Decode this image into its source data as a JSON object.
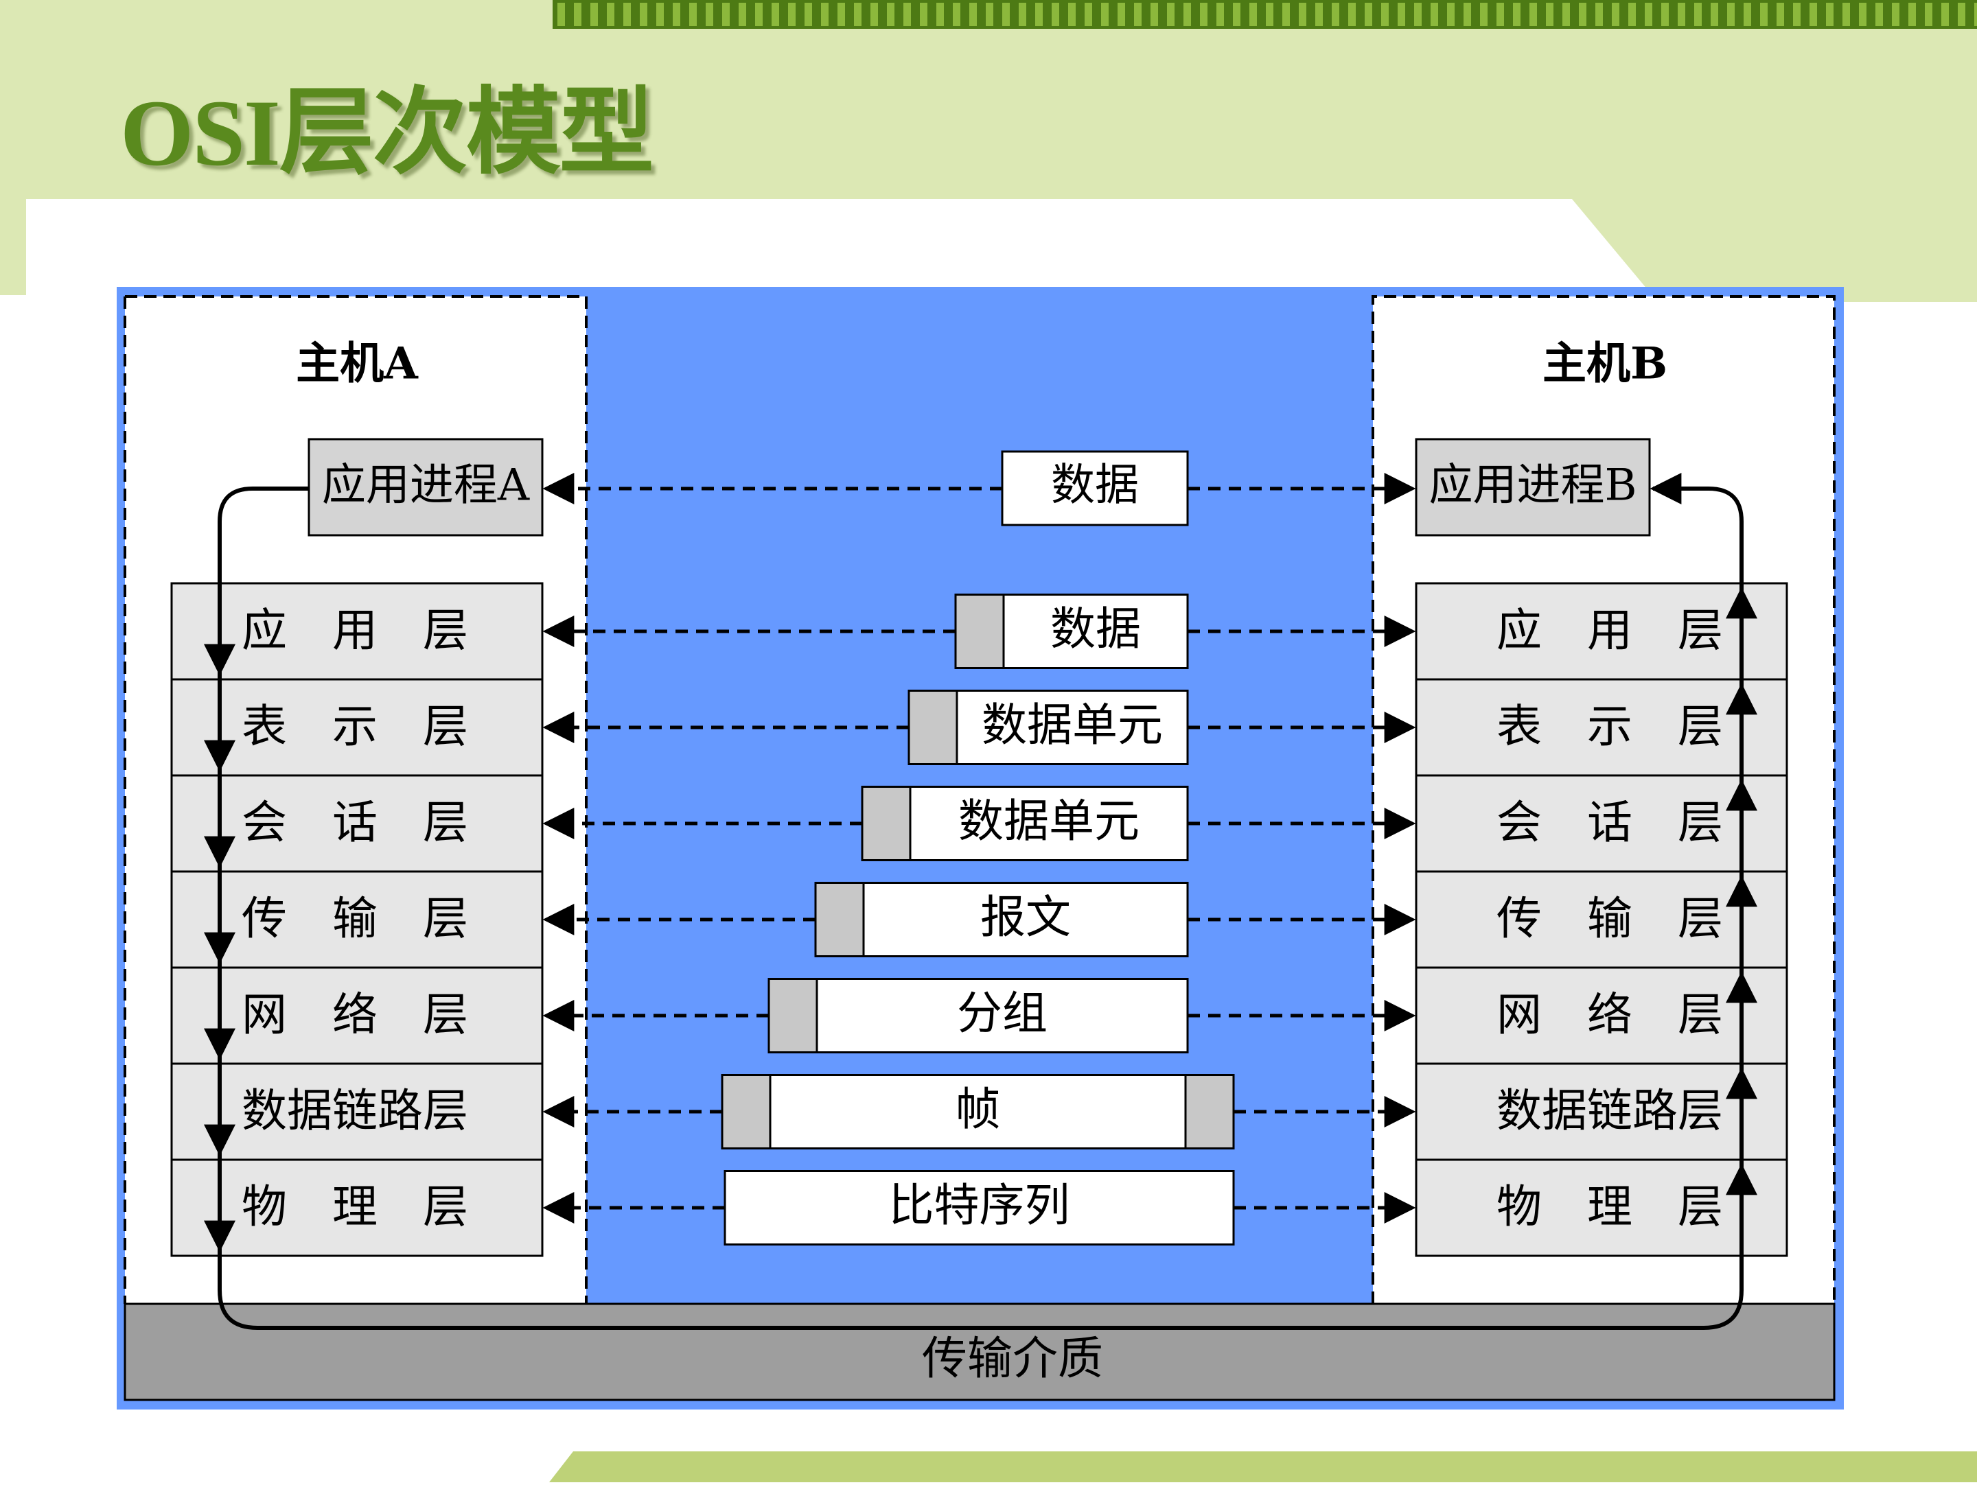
{
  "slide": {
    "title": "OSI层次模型"
  },
  "colors": {
    "background_green": "#dce8b4",
    "title_green": "#5a8a1e",
    "stripe_dark": "#4d7a14",
    "stripe_light": "#8cb83c",
    "frame_blue": "#6699ff",
    "layer_gray": "#e6e6e6",
    "header_gray": "#d4d4d4",
    "medium_gray": "#9e9e9e"
  },
  "hosts": {
    "a": {
      "label": "主机A",
      "process": "应用进程A",
      "layers": [
        "应　用　层",
        "表　示　层",
        "会　话　层",
        "传　输　层",
        "网　络　层",
        "数据链路层",
        "物　理　层"
      ]
    },
    "b": {
      "label": "主机B",
      "process": "应用进程B",
      "layers": [
        "应　用　层",
        "表　示　层",
        "会　话　层",
        "传　输　层",
        "网　络　层",
        "数据链路层",
        "物　理　层"
      ]
    }
  },
  "units": {
    "process": "数据",
    "layers": [
      "数据",
      "数据单元",
      "数据单元",
      "报文",
      "分组",
      "帧",
      "比特序列"
    ]
  },
  "medium": {
    "label": "传输介质"
  }
}
